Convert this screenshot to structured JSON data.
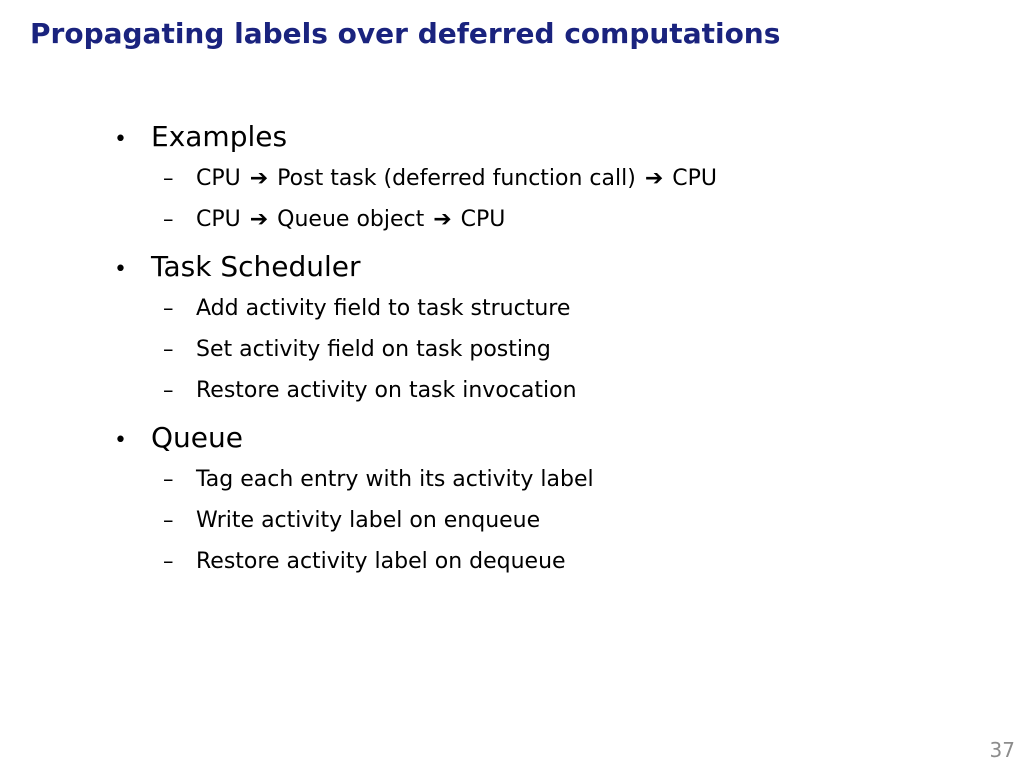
{
  "slide": {
    "title": "Propagating labels over deferred computations",
    "page_number": "37",
    "colors": {
      "title": "#1a237e",
      "text": "#000000",
      "page_number": "#8c8c8c"
    }
  },
  "bullet_marker": "•",
  "sub_marker": "–",
  "bullets": [
    {
      "label": "Examples",
      "sub": [
        {
          "parts": [
            "CPU",
            "Post task (deferred function call)",
            "CPU"
          ],
          "arrow": "➔"
        },
        {
          "parts": [
            "CPU",
            "Queue object",
            "CPU"
          ],
          "arrow": "➔"
        }
      ]
    },
    {
      "label": "Task Scheduler",
      "sub": [
        {
          "text": "Add activity field to task structure"
        },
        {
          "text": "Set activity field on task posting"
        },
        {
          "text": "Restore activity on task invocation"
        }
      ]
    },
    {
      "label": "Queue",
      "sub": [
        {
          "text": "Tag each entry with its activity label"
        },
        {
          "text": "Write activity label on enqueue"
        },
        {
          "text": "Restore activity label on dequeue"
        }
      ]
    }
  ]
}
